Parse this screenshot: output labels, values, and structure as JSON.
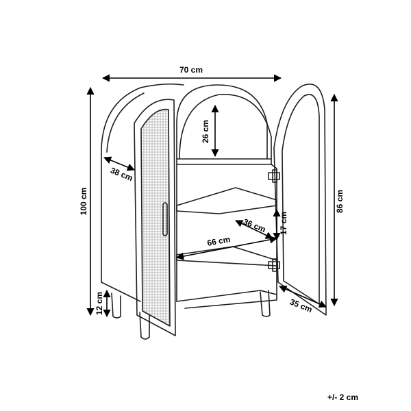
{
  "dimensions": {
    "width": "70 cm",
    "height": "100 cm",
    "depth": "38 cm",
    "arch_height": "26 cm",
    "shelf_depth": "36 cm",
    "shelf_spacing": "17 cm",
    "inner_width": "66 cm",
    "door_height": "86 cm",
    "door_depth": "35 cm",
    "leg_height": "12 cm"
  },
  "tolerance": "+/- 2 cm",
  "colors": {
    "line": "#1e1e1e",
    "rattan": "#8a8a8a"
  }
}
